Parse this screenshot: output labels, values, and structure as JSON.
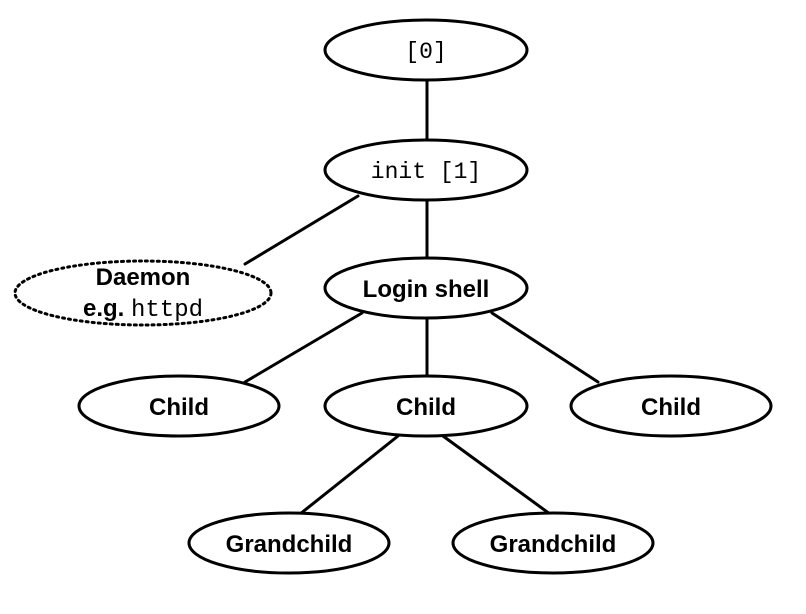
{
  "nodes": {
    "root": {
      "label": "[0]"
    },
    "init": {
      "label": "init [1]"
    },
    "daemon": {
      "title": "Daemon",
      "example_prefix": "e.g.",
      "example_name": "httpd"
    },
    "login_shell": {
      "label": "Login shell"
    },
    "child_left": {
      "label": "Child"
    },
    "child_middle": {
      "label": "Child"
    },
    "child_right": {
      "label": "Child"
    },
    "grandchild_left": {
      "label": "Grandchild"
    },
    "grandchild_right": {
      "label": "Grandchild"
    }
  }
}
